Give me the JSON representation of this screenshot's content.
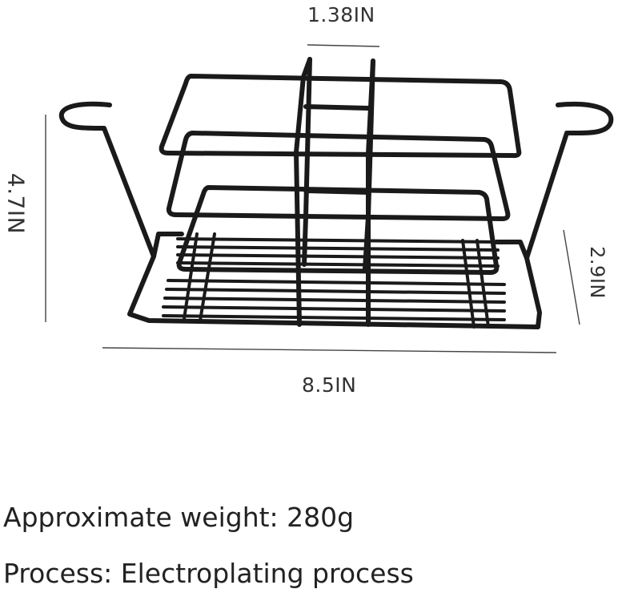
{
  "dimensions": {
    "top": "1.38IN",
    "bottom": "8.5IN",
    "left": "4.7IN",
    "right": "2.9IN"
  },
  "specs": {
    "weight": "Approximate weight: 280g",
    "process": "Process: Electroplating process"
  },
  "colors": {
    "wire": "#1a1a1a",
    "dimension_line": "#444444",
    "text": "#333333"
  }
}
